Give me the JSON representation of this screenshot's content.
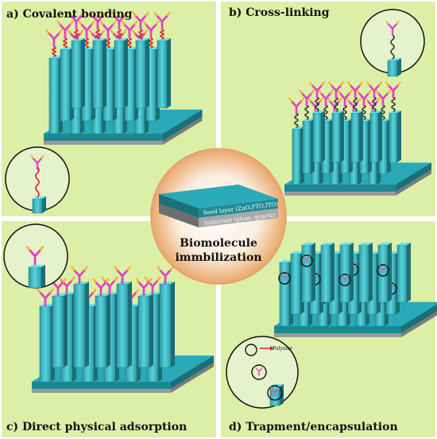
{
  "panels": {
    "a": {
      "title": "a) Covalent bonding"
    },
    "b": {
      "title": "b) Cross-linking"
    },
    "c": {
      "title": "c) Direct physical adsorption"
    },
    "d": {
      "title": "d) Trapment/encapsulation",
      "legend_label": "Polymer"
    }
  },
  "center": {
    "seed_layer": "Seed layer (ZnO,FTO,ITO)",
    "substrate": "Substrate (glass, quartz)",
    "title_line1": "Biomolecule",
    "title_line2": "immbilization"
  },
  "colors": {
    "panel_bg": "#dcefa6",
    "rod": "#44c4cc",
    "rod_dark": "#1e7e88",
    "base_top": "#2aa9b8",
    "antibody": "#e040c8",
    "tip": "#f6b23c",
    "linker": "#d8202a",
    "capsule": "#111111",
    "circle_bg": "#e5f3cc"
  },
  "icons": [
    "antibody-icon",
    "nanorod-icon",
    "polymer-capsule-icon",
    "arrow-right-icon"
  ]
}
